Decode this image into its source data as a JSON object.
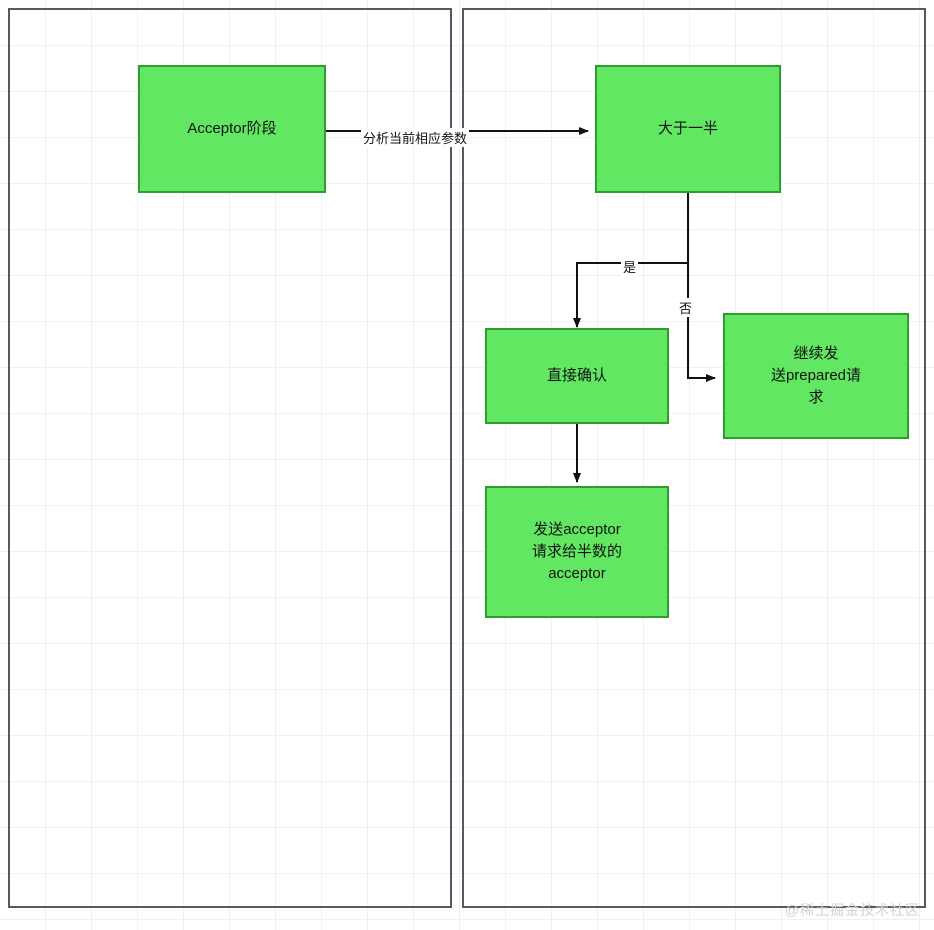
{
  "diagram": {
    "type": "flowchart",
    "lanes": [
      {
        "id": "left",
        "label": ""
      },
      {
        "id": "right",
        "label": ""
      }
    ],
    "nodes": [
      {
        "id": "acceptor-stage",
        "label": "Acceptor阶段"
      },
      {
        "id": "more-than-half",
        "label": "大于一半"
      },
      {
        "id": "direct-confirm",
        "label": "直接确认"
      },
      {
        "id": "continue-prepared",
        "label": "继续发\n送prepared请\n求"
      },
      {
        "id": "send-acceptor",
        "label": "发送acceptor\n请求给半数的\nacceptor"
      }
    ],
    "node_labels": {
      "acceptor_stage": "Acceptor阶段",
      "more_than_half": "大于一半",
      "direct_confirm": "直接确认",
      "continue_prepared_line1": "继续发",
      "continue_prepared_line2": "送prepared请",
      "continue_prepared_line3": "求",
      "send_acceptor_line1": "发送acceptor",
      "send_acceptor_line2": "请求给半数的",
      "send_acceptor_line3": "acceptor"
    },
    "edges": [
      {
        "from": "acceptor-stage",
        "to": "more-than-half",
        "label": "分析当前相应参数"
      },
      {
        "from": "more-than-half",
        "to": "direct-confirm",
        "label": "是"
      },
      {
        "from": "more-than-half",
        "to": "continue-prepared",
        "label": "否"
      },
      {
        "from": "direct-confirm",
        "to": "send-acceptor",
        "label": ""
      }
    ],
    "edge_labels": {
      "analyze_params": "分析当前相应参数",
      "yes": "是",
      "no": "否"
    },
    "colors": {
      "node_fill": "#62e762",
      "node_border": "#2f9e2f",
      "lane_border": "#555a60",
      "grid": "#eef0f2",
      "text": "#111111"
    }
  },
  "watermark": "@稀土掘金技术社区"
}
